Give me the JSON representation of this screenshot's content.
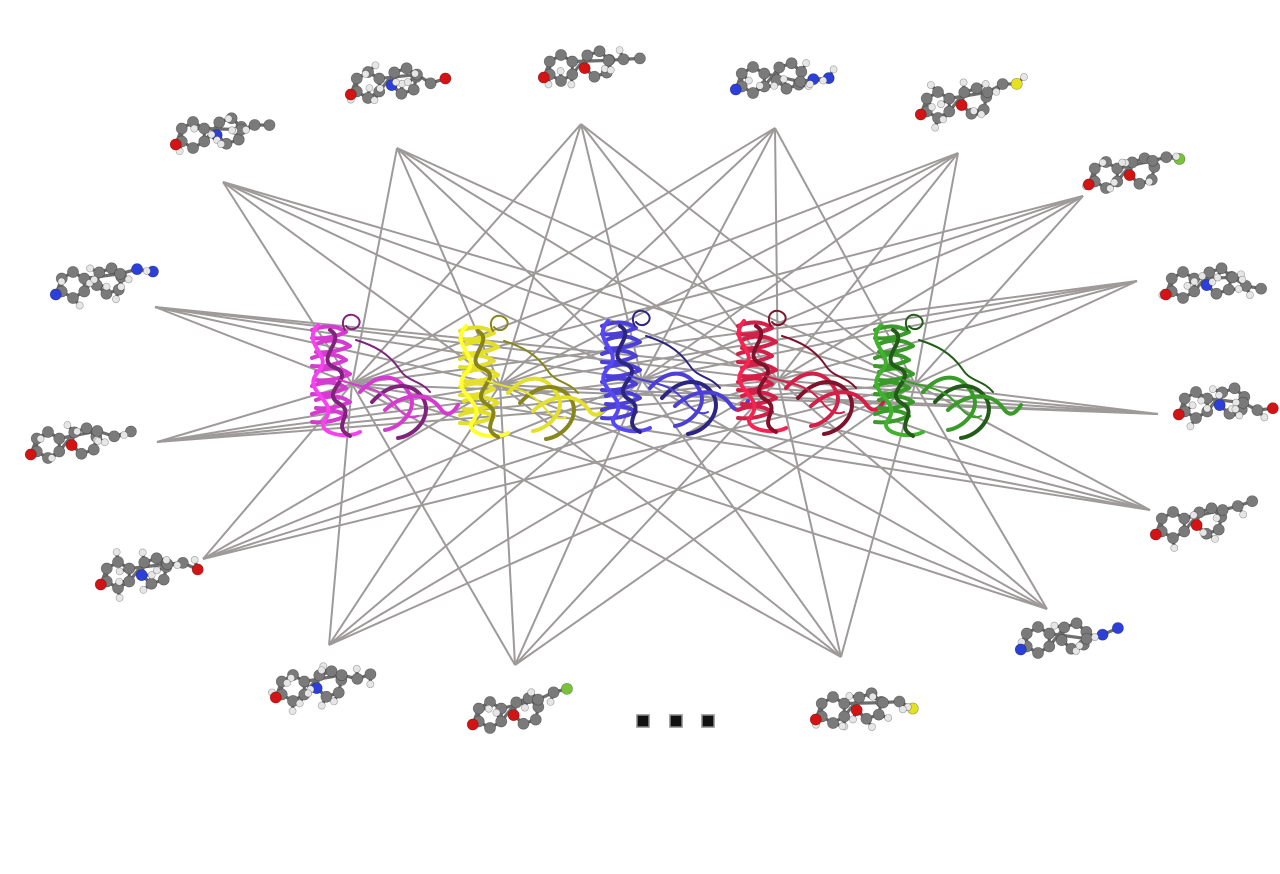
{
  "figure": {
    "type": "bipartite-network",
    "protein_nodes": [
      {
        "name": "protein-magenta",
        "color": "#d63ad0"
      },
      {
        "name": "protein-yellow",
        "color": "#e3df2b"
      },
      {
        "name": "protein-blue",
        "color": "#4b3fd6"
      },
      {
        "name": "protein-crimson",
        "color": "#d42048"
      },
      {
        "name": "protein-green",
        "color": "#3a9a2a"
      }
    ],
    "ligand_count": 19,
    "continuation_marker": "more-ligands-ellipsis",
    "edge_color": "#9e9a9a",
    "atom_colors": {
      "carbon": "#7a7a7a",
      "hydrogen": "#e6e6e6",
      "nitrogen": "#2c3fd8",
      "oxygen": "#d41414",
      "sulfur": "#e6e01e",
      "halogen": "#7ac23c",
      "chlorine": "#2fd12f"
    }
  }
}
